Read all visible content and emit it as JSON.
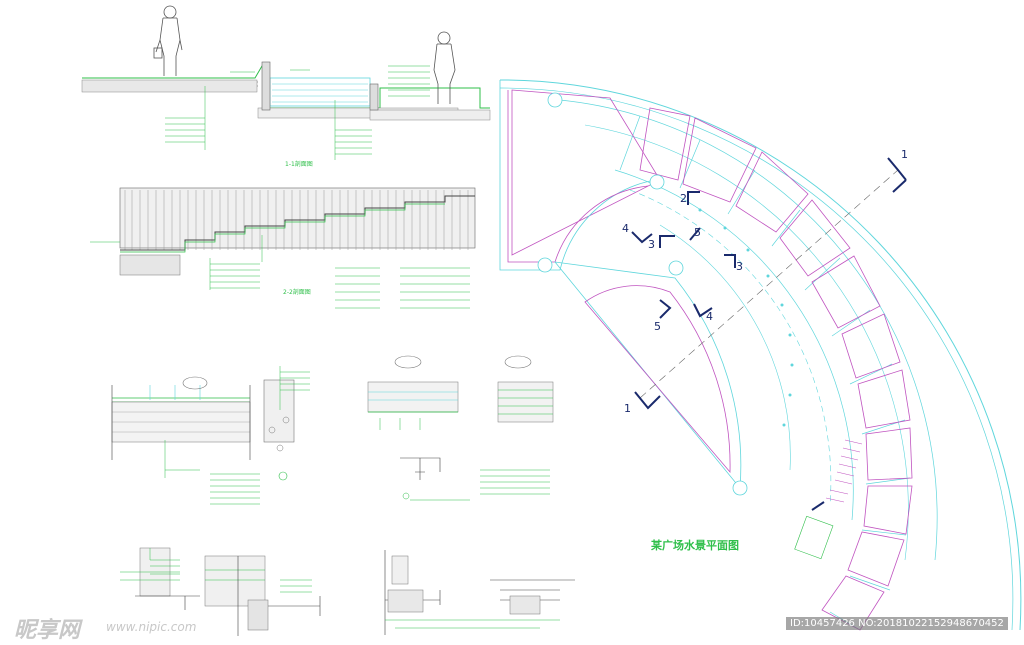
{
  "plan_title": "某广场水景平面图",
  "section_labels": {
    "sec1": "1-1剖面图",
    "sec2": "2-2剖面图"
  },
  "section_markers": {
    "m1": "1",
    "m2": "2",
    "m3": "3",
    "m4": "4",
    "m5": "5"
  },
  "watermark": {
    "logo": "昵享网",
    "url": "www.nipic.com",
    "id_text": "ID:10457426 NO:20181022152948670452"
  },
  "colors": {
    "cyan": "#5fd6dc",
    "green": "#2fbf4a",
    "magenta": "#c054c0",
    "navy": "#1a2a6c"
  }
}
